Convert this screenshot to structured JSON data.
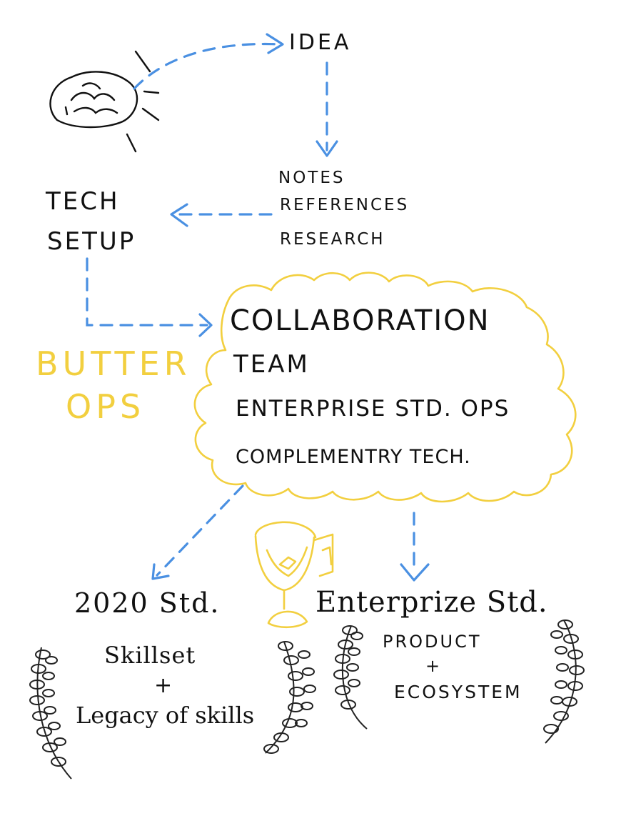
{
  "idea": "IDEA",
  "notes": "NOTES",
  "references": "REFERENCES",
  "research": "RESEARCH",
  "tech": "TECH",
  "setup": "SETUP",
  "cloud_items": [
    "COLLABORATION",
    "TEAM",
    "ENTERPRISE STD. OPS",
    "COMPLEMENTRY TECH."
  ],
  "butter": "BUTTER",
  "ops": "OPS",
  "std_2020": "2020 Std.",
  "enterprize_std": "Enterprize Std.",
  "skillset": "Skillset",
  "plus_left": "+",
  "legacy": "Legacy of skills",
  "product": "PRODUCT",
  "plus_right": "+",
  "ecosystem": "ECOSYSTEM",
  "colors": {
    "arrow": "#4a90e2",
    "accent": "#f2cf3f",
    "ink": "#111111"
  },
  "icons": [
    "brain-icon",
    "trophy-icon",
    "laurel-icon"
  ]
}
